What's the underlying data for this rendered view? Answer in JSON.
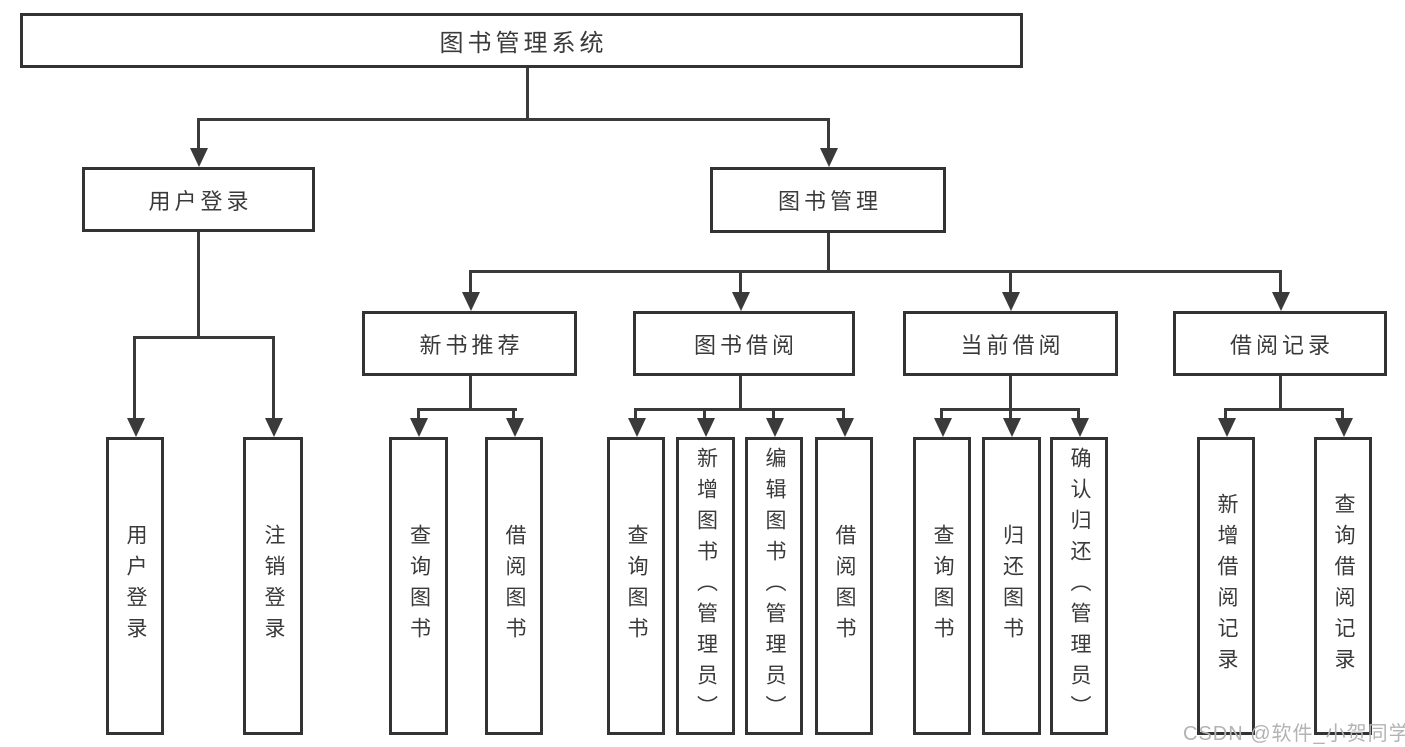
{
  "tree": {
    "root": {
      "id": "book-management-system",
      "label": "图书管理系统"
    },
    "level2": [
      {
        "id": "user-login",
        "label": "用户登录",
        "parent": "book-management-system"
      },
      {
        "id": "book-management",
        "label": "图书管理",
        "parent": "book-management-system"
      }
    ],
    "level3": [
      {
        "id": "new-book-recommend",
        "label": "新书推荐",
        "parent": "book-management"
      },
      {
        "id": "book-borrowing",
        "label": "图书借阅",
        "parent": "book-management"
      },
      {
        "id": "current-borrowing",
        "label": "当前借阅",
        "parent": "book-management"
      },
      {
        "id": "borrowing-records",
        "label": "借阅记录",
        "parent": "book-management"
      }
    ],
    "leaves": [
      {
        "id": "leaf-user-login",
        "label": "用户登录",
        "parent": "user-login"
      },
      {
        "id": "leaf-logout",
        "label": "注销登录",
        "parent": "user-login"
      },
      {
        "id": "leaf-query-books-recommend",
        "label": "查询图书",
        "parent": "new-book-recommend"
      },
      {
        "id": "leaf-borrow-books-recommend",
        "label": "借阅图书",
        "parent": "new-book-recommend"
      },
      {
        "id": "leaf-query-books-borrowing",
        "label": "查询图书",
        "parent": "book-borrowing"
      },
      {
        "id": "leaf-add-books-admin",
        "label": "新增图书（管理员）",
        "parent": "book-borrowing"
      },
      {
        "id": "leaf-edit-books-admin",
        "label": "编辑图书（管理员）",
        "parent": "book-borrowing"
      },
      {
        "id": "leaf-borrow-books",
        "label": "借阅图书",
        "parent": "book-borrowing"
      },
      {
        "id": "leaf-query-books-current",
        "label": "查询图书",
        "parent": "current-borrowing"
      },
      {
        "id": "leaf-return-books",
        "label": "归还图书",
        "parent": "current-borrowing"
      },
      {
        "id": "leaf-confirm-return-admin",
        "label": "确认归还（管理员）",
        "parent": "current-borrowing"
      },
      {
        "id": "leaf-add-borrow-record",
        "label": "新增借阅记录",
        "parent": "borrowing-records"
      },
      {
        "id": "leaf-query-borrow-record",
        "label": "查询借阅记录",
        "parent": "borrowing-records"
      }
    ]
  },
  "watermark": {
    "text": "CSDN @软件_小贺同学"
  },
  "colors": {
    "line": "#3a3a3a",
    "box_border": "#333333",
    "box_fill": "#ffffff",
    "text": "#3a3a3a",
    "watermark": "#b3b3b3"
  }
}
